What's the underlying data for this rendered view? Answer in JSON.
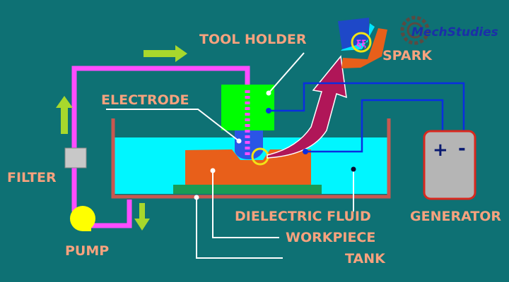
{
  "labels": {
    "tool_holder": "TOOL HOLDER",
    "electrode": "ELECTRODE",
    "spark": "SPARK",
    "filter": "FILTER",
    "pump": "PUMP",
    "dielectric_fluid": "DIELECTRIC FLUID",
    "workpiece": "WORKPIECE",
    "tank": "TANK",
    "generator": "GENERATOR",
    "plus": "+",
    "minus": "-"
  },
  "logo": {
    "text_a": "Mech",
    "text_b": "Studies"
  },
  "colors": {
    "background": "#0e7174",
    "label": "#f7a27e",
    "pipe": "#ff4dff",
    "fluid": "#00f6ff",
    "workpiece": "#e85f1a",
    "tool_holder": "#00ff00",
    "electrode": "#2a55e6",
    "wire": "#0a2ee0",
    "tank": "#c9574f",
    "arrow": "#a8d82c",
    "spark_arrow": "#b01658"
  }
}
